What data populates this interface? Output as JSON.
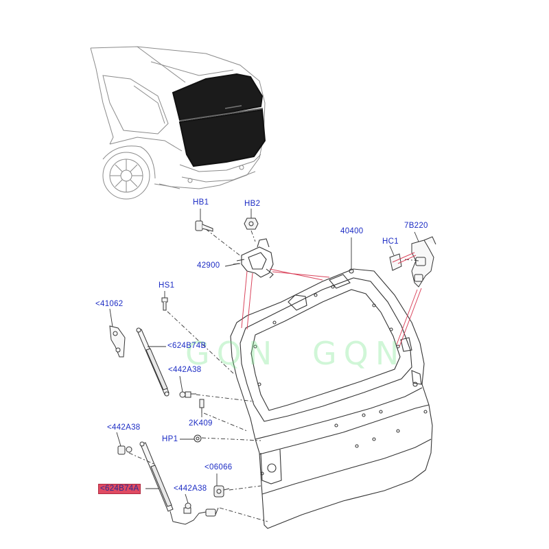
{
  "watermark": [
    "GQN",
    "GQN"
  ],
  "callouts": {
    "hb1": "HB1",
    "hb2": "HB2",
    "p40400": "40400",
    "p7b220": "7B220",
    "hc1": "HC1",
    "p42900": "42900",
    "hs1": "HS1",
    "p41062": "<41062",
    "p624b74b": "<624B74B",
    "p442a38_upper": "<442A38",
    "p2k409": "2K409",
    "p442a38_left": "<442A38",
    "hp1": "HP1",
    "p06066": "<06066",
    "p624b74a": "<624B74A",
    "p442a38_lower": "<442A38"
  },
  "colors": {
    "label": "#1c2cc4",
    "highlight": "#e04a62",
    "leader": "#d9425a",
    "line": "#333333",
    "watermark": "#78e68c"
  }
}
